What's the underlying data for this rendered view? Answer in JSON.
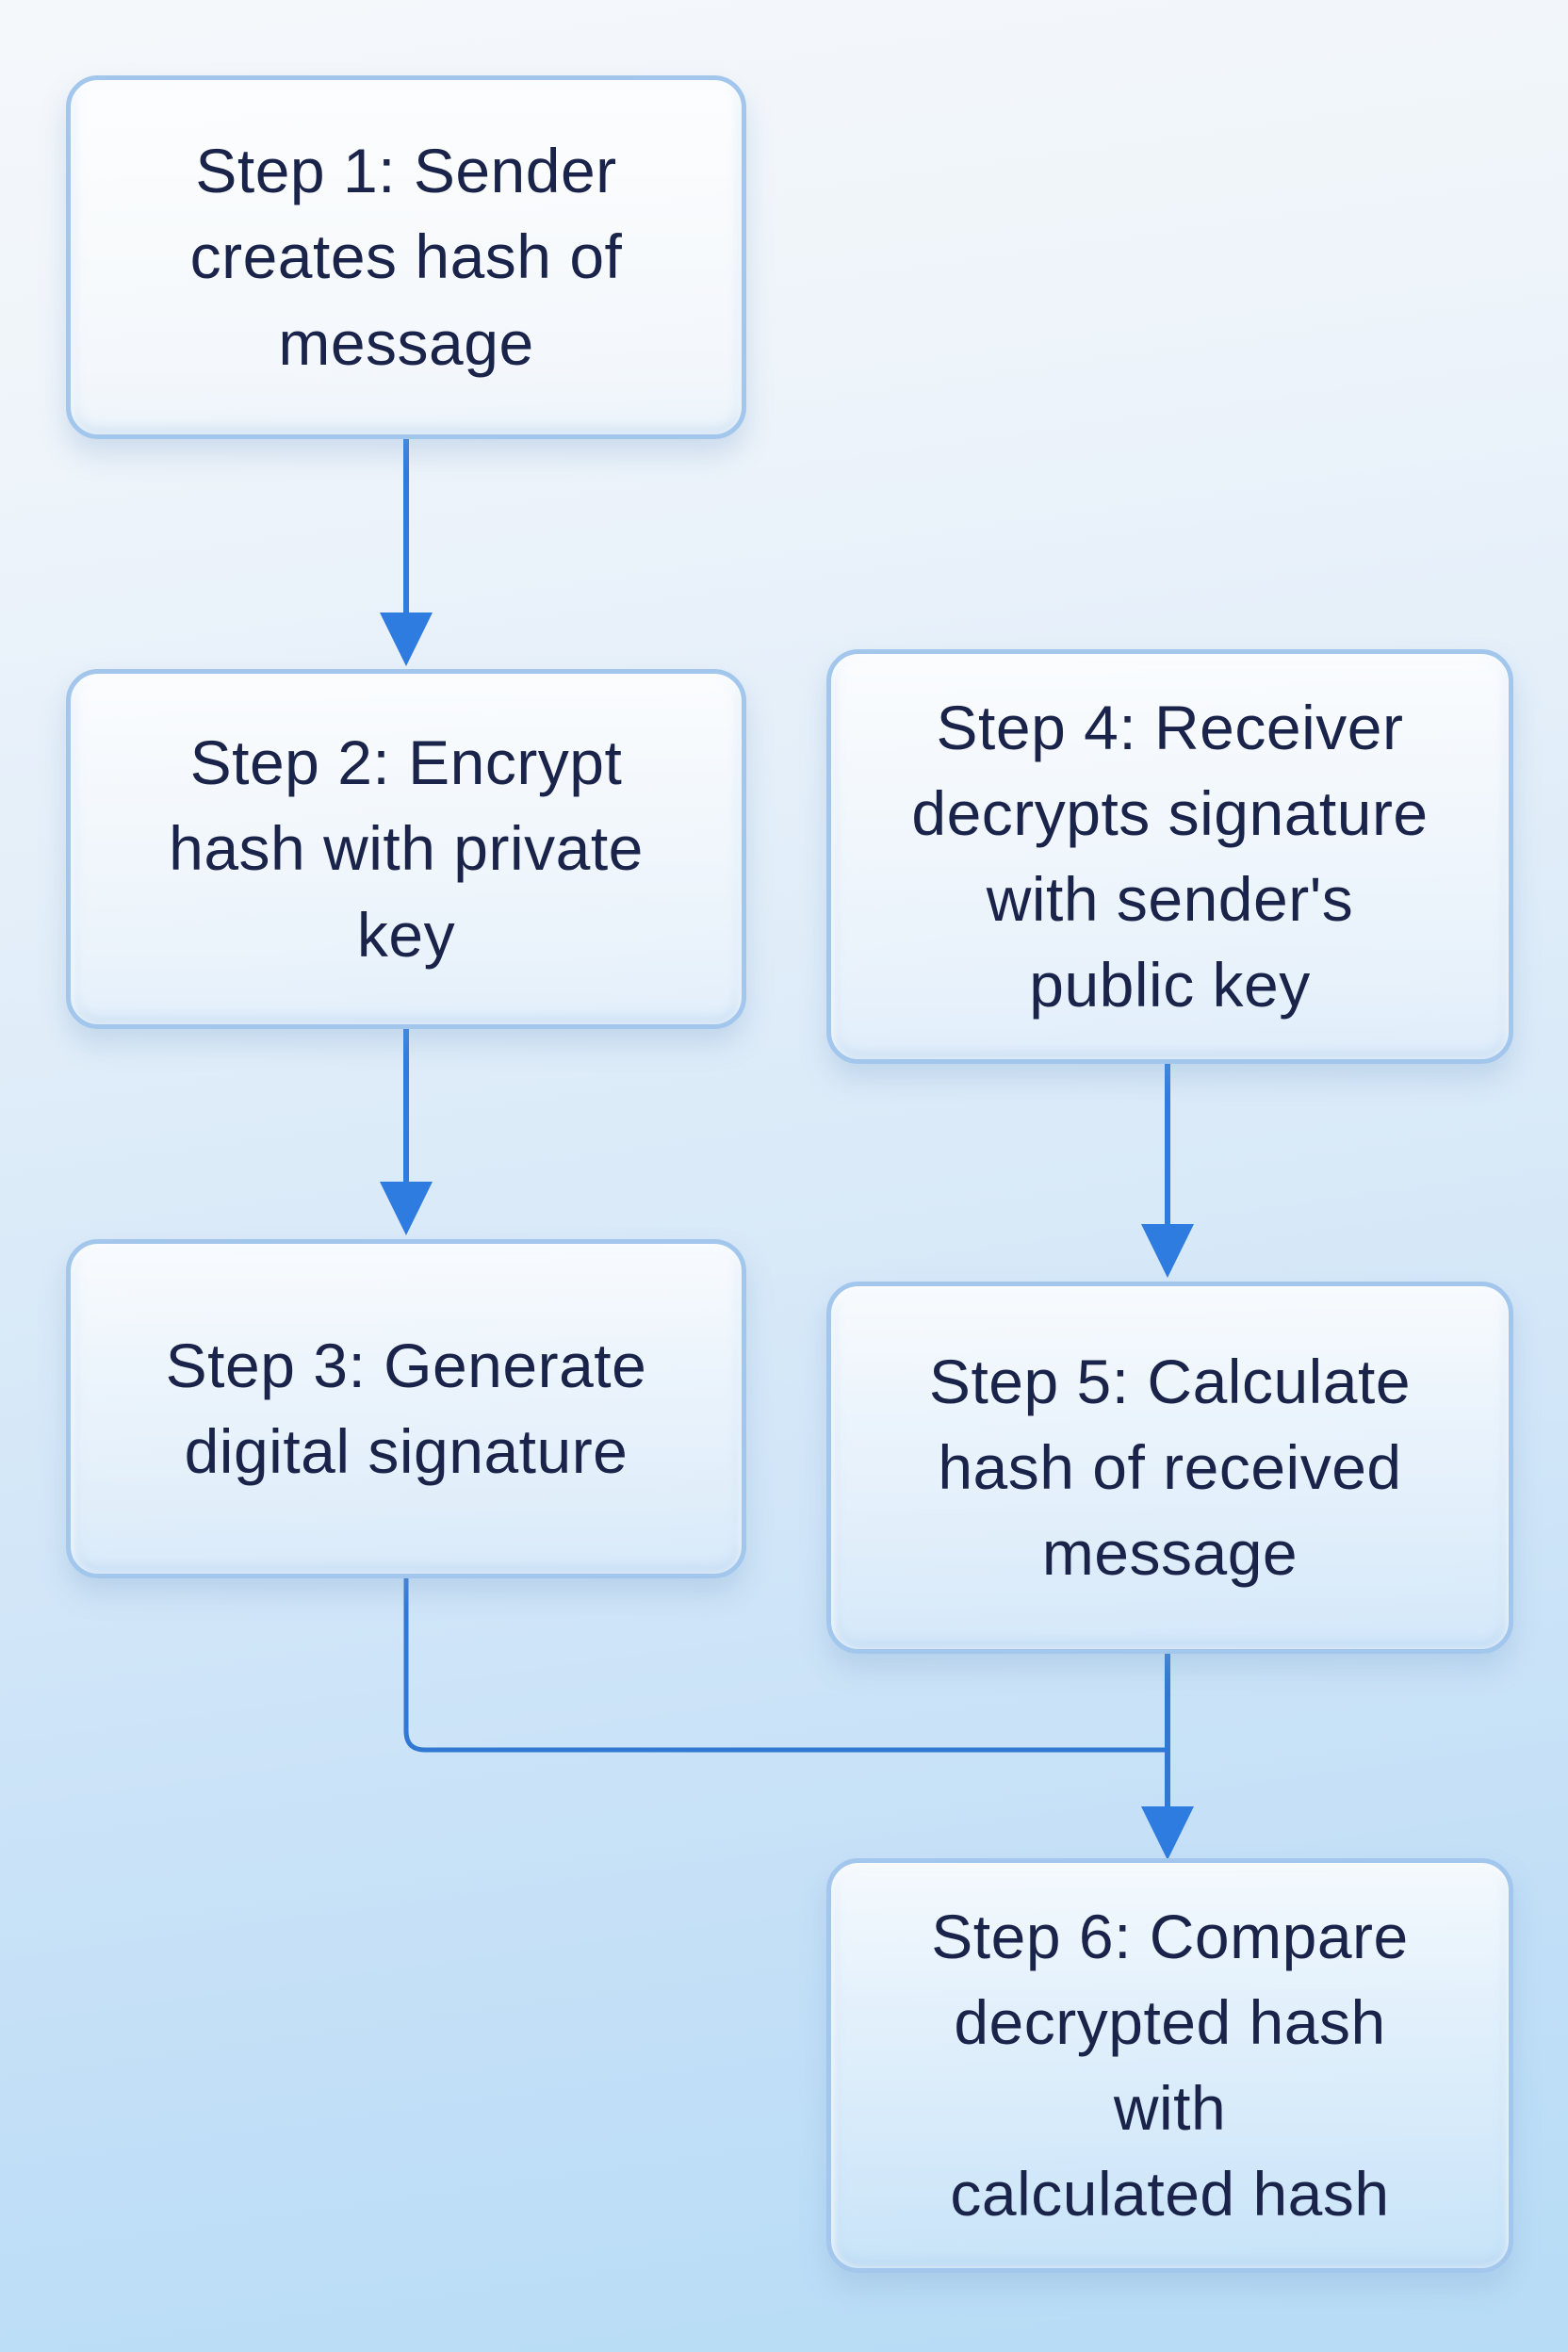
{
  "diagram": {
    "type": "flowchart",
    "nodes": [
      {
        "id": "step1",
        "label": "Step 1: Sender\ncreates hash of\nmessage"
      },
      {
        "id": "step2",
        "label": "Step 2: Encrypt\nhash with private\nkey"
      },
      {
        "id": "step3",
        "label": "Step 3: Generate\ndigital signature"
      },
      {
        "id": "step4",
        "label": "Step 4: Receiver\ndecrypts signature\nwith sender's\npublic key"
      },
      {
        "id": "step5",
        "label": "Step 5: Calculate\nhash of received\nmessage"
      },
      {
        "id": "step6",
        "label": "Step 6: Compare\ndecrypted hash\nwith\ncalculated hash"
      }
    ],
    "edges": [
      {
        "from": "step1",
        "to": "step2",
        "style": "straight-down-arrow"
      },
      {
        "from": "step2",
        "to": "step3",
        "style": "straight-down-arrow"
      },
      {
        "from": "step4",
        "to": "step5",
        "style": "straight-down-arrow"
      },
      {
        "from": "step3",
        "to": "step6",
        "style": "elbow-down-right-merge"
      },
      {
        "from": "step5",
        "to": "step6",
        "style": "straight-down-arrow"
      }
    ],
    "colors": {
      "background_top": "#f5f8fb",
      "background_bottom": "#b7dcf6",
      "box_border": "#a2c6ec",
      "box_fill": "rgba(255,255,255,0.55)",
      "arrow": "#2e7ce0",
      "connector": "#3178d2",
      "text": "#1a2349"
    }
  }
}
